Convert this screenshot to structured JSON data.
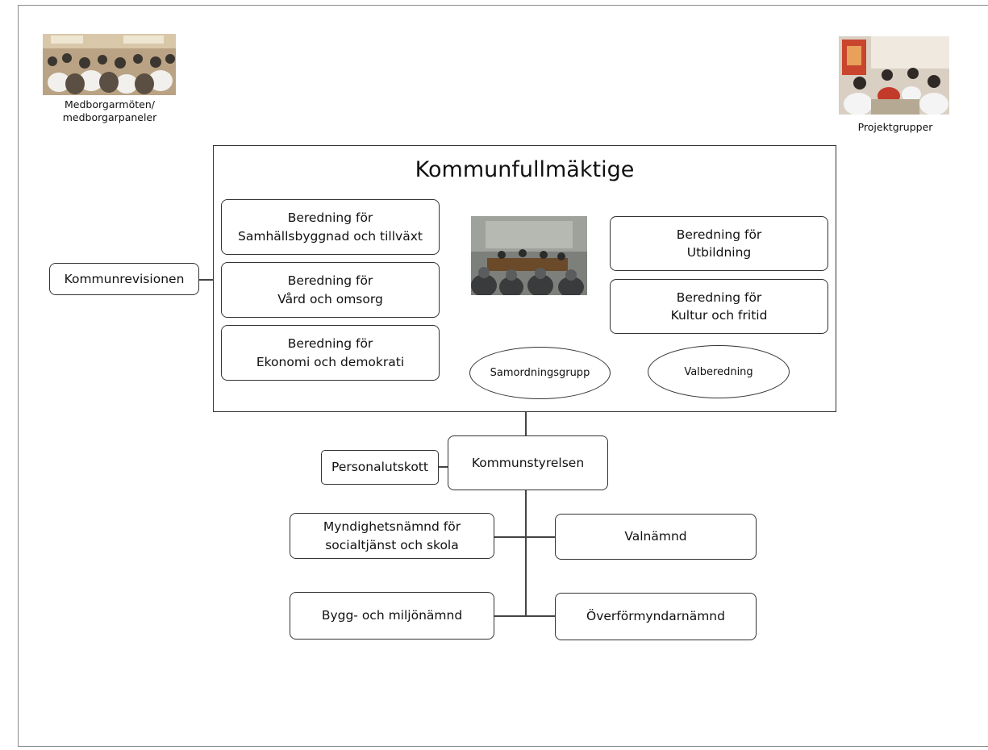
{
  "photos": {
    "citizen_meetings": {
      "caption": "Medborgarmöten/\nmedborgarpaneler",
      "icon": "audience-photo"
    },
    "project_groups": {
      "caption": "Projektgrupper",
      "icon": "group-photo"
    },
    "council": {
      "icon": "council-photo"
    }
  },
  "council": {
    "title": "Kommunfullmäktige",
    "committees_left": [
      "Beredning för\nSamhällsbyggnad och tillväxt",
      "Beredning för\nVård och omsorg",
      "Beredning för\nEkonomi och demokrati"
    ],
    "committees_right": [
      "Beredning för\nUtbildning",
      "Beredning för\nKultur och fritid"
    ],
    "groups": [
      "Samordningsgrupp",
      "Valberedning"
    ]
  },
  "audit": "Kommunrevisionen",
  "board": "Kommunstyrelsen",
  "personnel": "Personalutskott",
  "boards": {
    "authority": "Myndighetsnämnd för\nsocialtjänst och skola",
    "election": "Valnämnd",
    "building": "Bygg- och miljönämnd",
    "guardianship": "Överförmyndarnämnd"
  }
}
